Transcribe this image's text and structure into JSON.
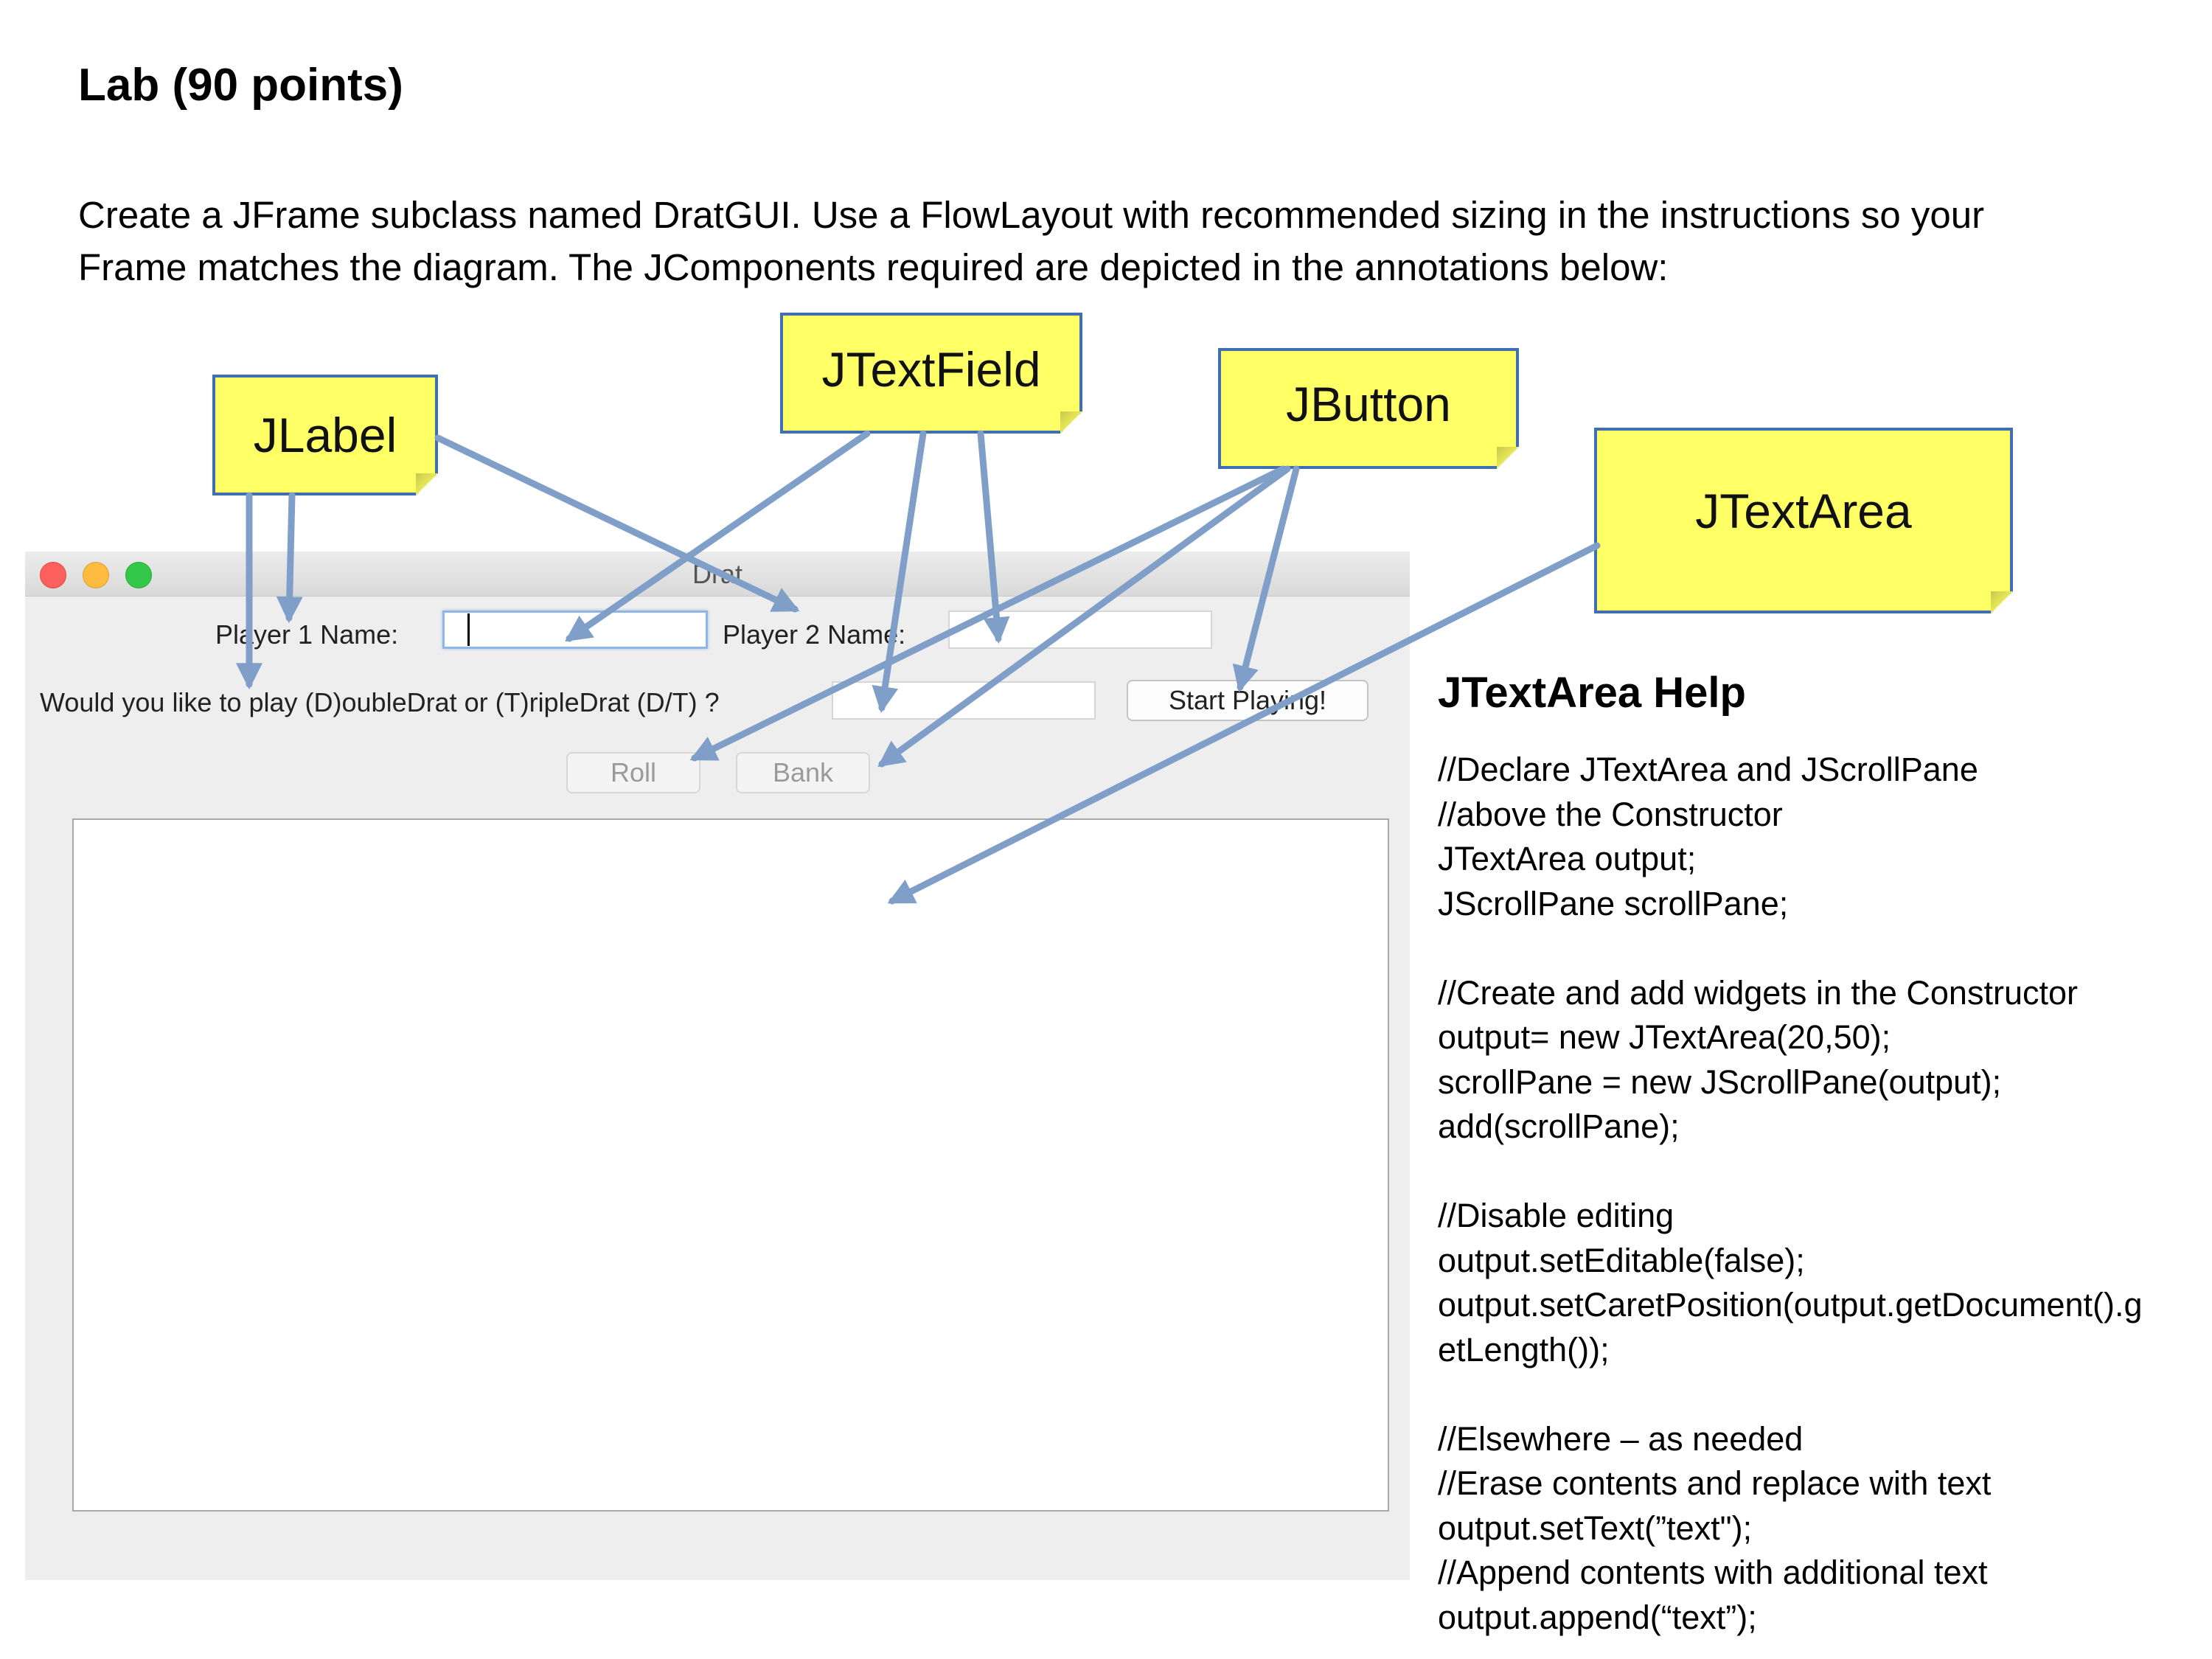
{
  "heading": "Lab (90 points)",
  "intro": [
    "Create a JFrame subclass named DratGUI.  Use a FlowLayout with recommended sizing in the instructions so your",
    "Frame matches the diagram.  The JComponents required are depicted in the annotations below:"
  ],
  "window": {
    "title": "Drat",
    "player1_label": "Player 1 Name:",
    "player1_value": "",
    "player2_label": "Player 2 Name:",
    "player2_value": "",
    "question_label": "Would you like to play (D)oubleDrat or (T)ripleDrat (D/T) ?",
    "question_value": "",
    "start_button": "Start Playing!",
    "roll_button": "Roll",
    "bank_button": "Bank",
    "output_text": ""
  },
  "annotations": {
    "jlabel": "JLabel",
    "jtextfield": "JTextField",
    "jbutton": "JButton",
    "jtextarea": "JTextArea"
  },
  "colors": {
    "note_fill": "#ffff66",
    "note_border": "#3f6fb0",
    "arrow": "#7f9fc8"
  },
  "help": {
    "title": "JTextArea Help",
    "lines": [
      "//Declare JTextArea and JScrollPane",
      "//above the Constructor",
      "JTextArea output;",
      "JScrollPane scrollPane;",
      "",
      "//Create and add widgets in the Constructor",
      "output= new JTextArea(20,50);",
      "scrollPane = new JScrollPane(output);",
      "add(scrollPane);",
      "",
      "//Disable editing",
      "output.setEditable(false);",
      "output.setCaretPosition(output.getDocument().g",
      "etLength());",
      "",
      "//Elsewhere – as needed",
      "//Erase contents and replace with text",
      "output.setText(”text\");",
      "//Append contents with additional text",
      "output.append(“text”);"
    ]
  }
}
